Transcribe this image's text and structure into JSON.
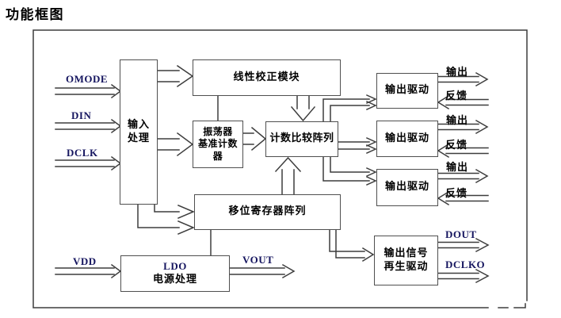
{
  "title": "功能框图",
  "colors": {
    "line": "#3d3d3d",
    "box_border": "#4f4f4f",
    "signal_text": "#15155f",
    "cn_text": "#000000"
  },
  "blocks": {
    "input_processing": {
      "lines": [
        "输入",
        "处理"
      ]
    },
    "linear_correction": {
      "label": "线性校正模块"
    },
    "osc_counter": {
      "lines": [
        "振荡器",
        "基准计数",
        "器"
      ]
    },
    "count_compare": {
      "label": "计数比较阵列"
    },
    "shift_register": {
      "label": "移位寄存器阵列"
    },
    "ldo": {
      "lines": [
        "LDO",
        "电源处理"
      ]
    },
    "output_driver_1": {
      "label": "输出驱动"
    },
    "output_driver_2": {
      "label": "输出驱动"
    },
    "output_driver_3": {
      "label": "输出驱动"
    },
    "regen_driver": {
      "lines": [
        "输出信号",
        "再生驱动"
      ]
    }
  },
  "signals": {
    "omode": "OMODE",
    "din": "DIN",
    "dclk": "DCLK",
    "vdd": "VDD",
    "vout": "VOUT",
    "dout": "DOUT",
    "dclko": "DCLKO",
    "out1": "输出",
    "fb1": "反馈",
    "out2": "输出",
    "fb2": "反馈",
    "out3": "输出",
    "fb3": "反馈"
  }
}
